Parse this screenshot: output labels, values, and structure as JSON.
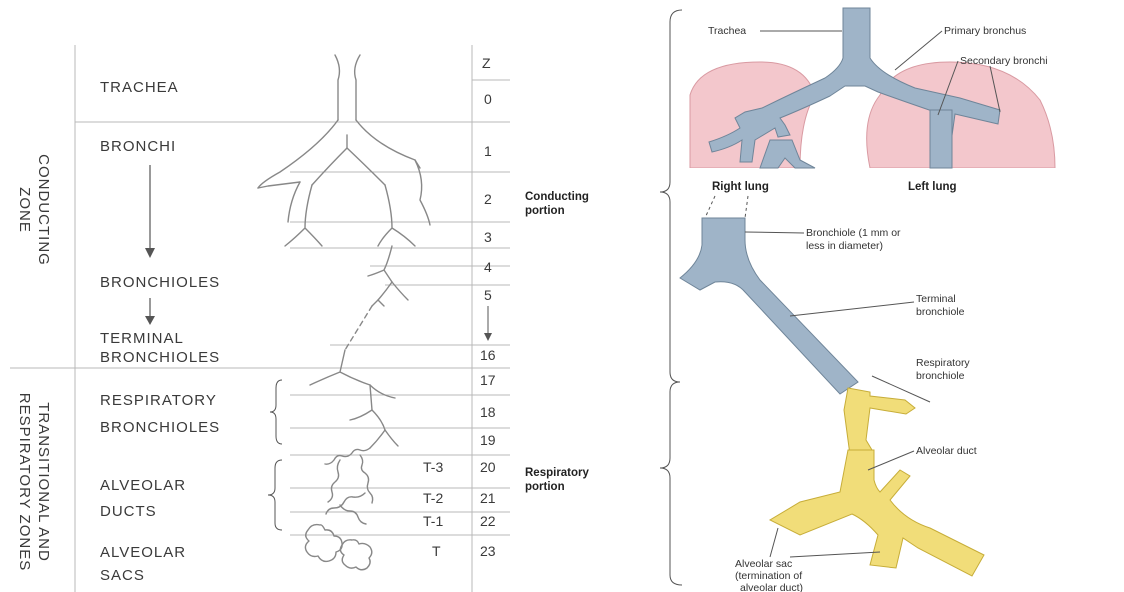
{
  "left_diagram": {
    "z_header": "Z",
    "labels": {
      "trachea": "TRACHEA",
      "bronchi": "BRONCHI",
      "bronchioles": "BRONCHIOLES",
      "terminal_1": "TERMINAL",
      "terminal_2": "BRONCHIOLES",
      "resp_1": "RESPIRATORY",
      "resp_2": "BRONCHIOLES",
      "alv_ducts_1": "ALVEOLAR",
      "alv_ducts_2": "DUCTS",
      "alv_sacs_1": "ALVEOLAR",
      "alv_sacs_2": "SACS"
    },
    "zones": {
      "conducting_1": "CONDUCTING",
      "conducting_2": "ZONE",
      "respiratory_1": "TRANSITIONAL AND",
      "respiratory_2": "RESPIRATORY ZONES"
    },
    "generations": [
      "0",
      "1",
      "2",
      "3",
      "4",
      "5",
      "16",
      "17",
      "18",
      "19",
      "20",
      "21",
      "22",
      "23"
    ],
    "t_labels": [
      "T-3",
      "T-2",
      "T-1",
      "T"
    ]
  },
  "right_diagram": {
    "trachea": "Trachea",
    "primary_bronchus": "Primary bronchus",
    "secondary_bronchi": "Secondary bronchi",
    "right_lung": "Right lung",
    "left_lung": "Left lung",
    "conducting_1": "Conducting",
    "conducting_2": "portion",
    "bronchiole_1": "Bronchiole (1 mm or",
    "bronchiole_2": "less in diameter)",
    "terminal_1": "Terminal",
    "terminal_2": "bronchiole",
    "respiratory_bronchiole_1": "Respiratory",
    "respiratory_bronchiole_2": "bronchiole",
    "alveolar_duct": "Alveolar duct",
    "respiratory_1": "Respiratory",
    "respiratory_2": "portion",
    "alveolar_sac_1": "Alveolar sac",
    "alveolar_sac_2": "(termination of",
    "alveolar_sac_3": "alveolar duct)"
  }
}
